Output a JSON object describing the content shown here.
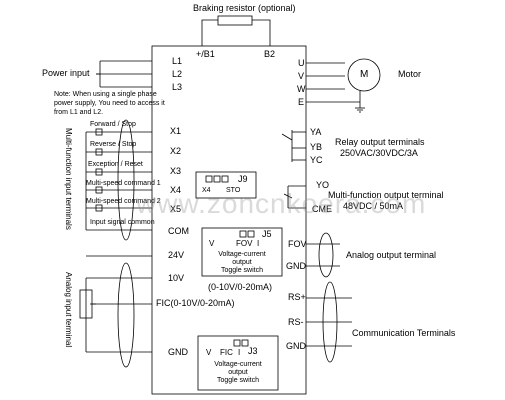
{
  "top": {
    "braking_resistor": "Braking resistor (optional)",
    "b1": "+/B1",
    "b2": "B2"
  },
  "power": {
    "label": "Power input",
    "l1": "L1",
    "l2": "L2",
    "l3": "L3",
    "note": [
      "Note: When using a single phase",
      "power supply, You need to access it",
      "from L1 and L2."
    ]
  },
  "motor": {
    "u": "U",
    "v": "V",
    "w": "W",
    "e": "E",
    "symbol": "M",
    "label": "Motor"
  },
  "relay": {
    "ya": "YA",
    "yb": "YB",
    "yc": "YC",
    "label1": "Relay output terminals",
    "label2": "250VAC/30VDC/3A"
  },
  "mfo": {
    "yo": "YO",
    "cme": "CME",
    "label1": "Multi-function output terminal",
    "label2": "48VDC / 50mA"
  },
  "inputs": {
    "side_label": "Multi-function input terminals",
    "rows": [
      {
        "text": "Forward / Stop",
        "term": "X1"
      },
      {
        "text": "Reverse / Stop",
        "term": "X2"
      },
      {
        "text": "Exception / Reset",
        "term": "X3"
      },
      {
        "text": "Multi-speed command 1",
        "term": "X4"
      },
      {
        "text": "Multi-speed command 2",
        "term": "X5"
      },
      {
        "text": "Input signal common",
        "term": "COM"
      }
    ]
  },
  "j9": {
    "name": "J9",
    "x4": "X4",
    "sto": "STO"
  },
  "j5": {
    "name": "J5",
    "v": "V",
    "fov": "FOV",
    "i": "I",
    "line1": "Voltage-current",
    "line2": "output",
    "line3": "Toggle switch"
  },
  "j3": {
    "name": "J3",
    "v": "V",
    "fic": "FIC",
    "i": "I",
    "line1": "Voltage-current",
    "line2": "output",
    "line3": "Toggle switch"
  },
  "analog_in": {
    "side_label": "Analog input terminal",
    "v24": "24V",
    "v10": "10V",
    "fic": "FIC(0-10V/0-20mA)",
    "gnd": "GND",
    "range": "(0-10V/0-20mA)"
  },
  "analog_out": {
    "fov": "FOV",
    "gnd": "GND",
    "label": "Analog output terminal"
  },
  "comm": {
    "rsp": "RS+",
    "rsm": "RS-",
    "gnd": "GND",
    "label": "Communication Terminals"
  },
  "watermark": "www.zoncnkoera.com"
}
